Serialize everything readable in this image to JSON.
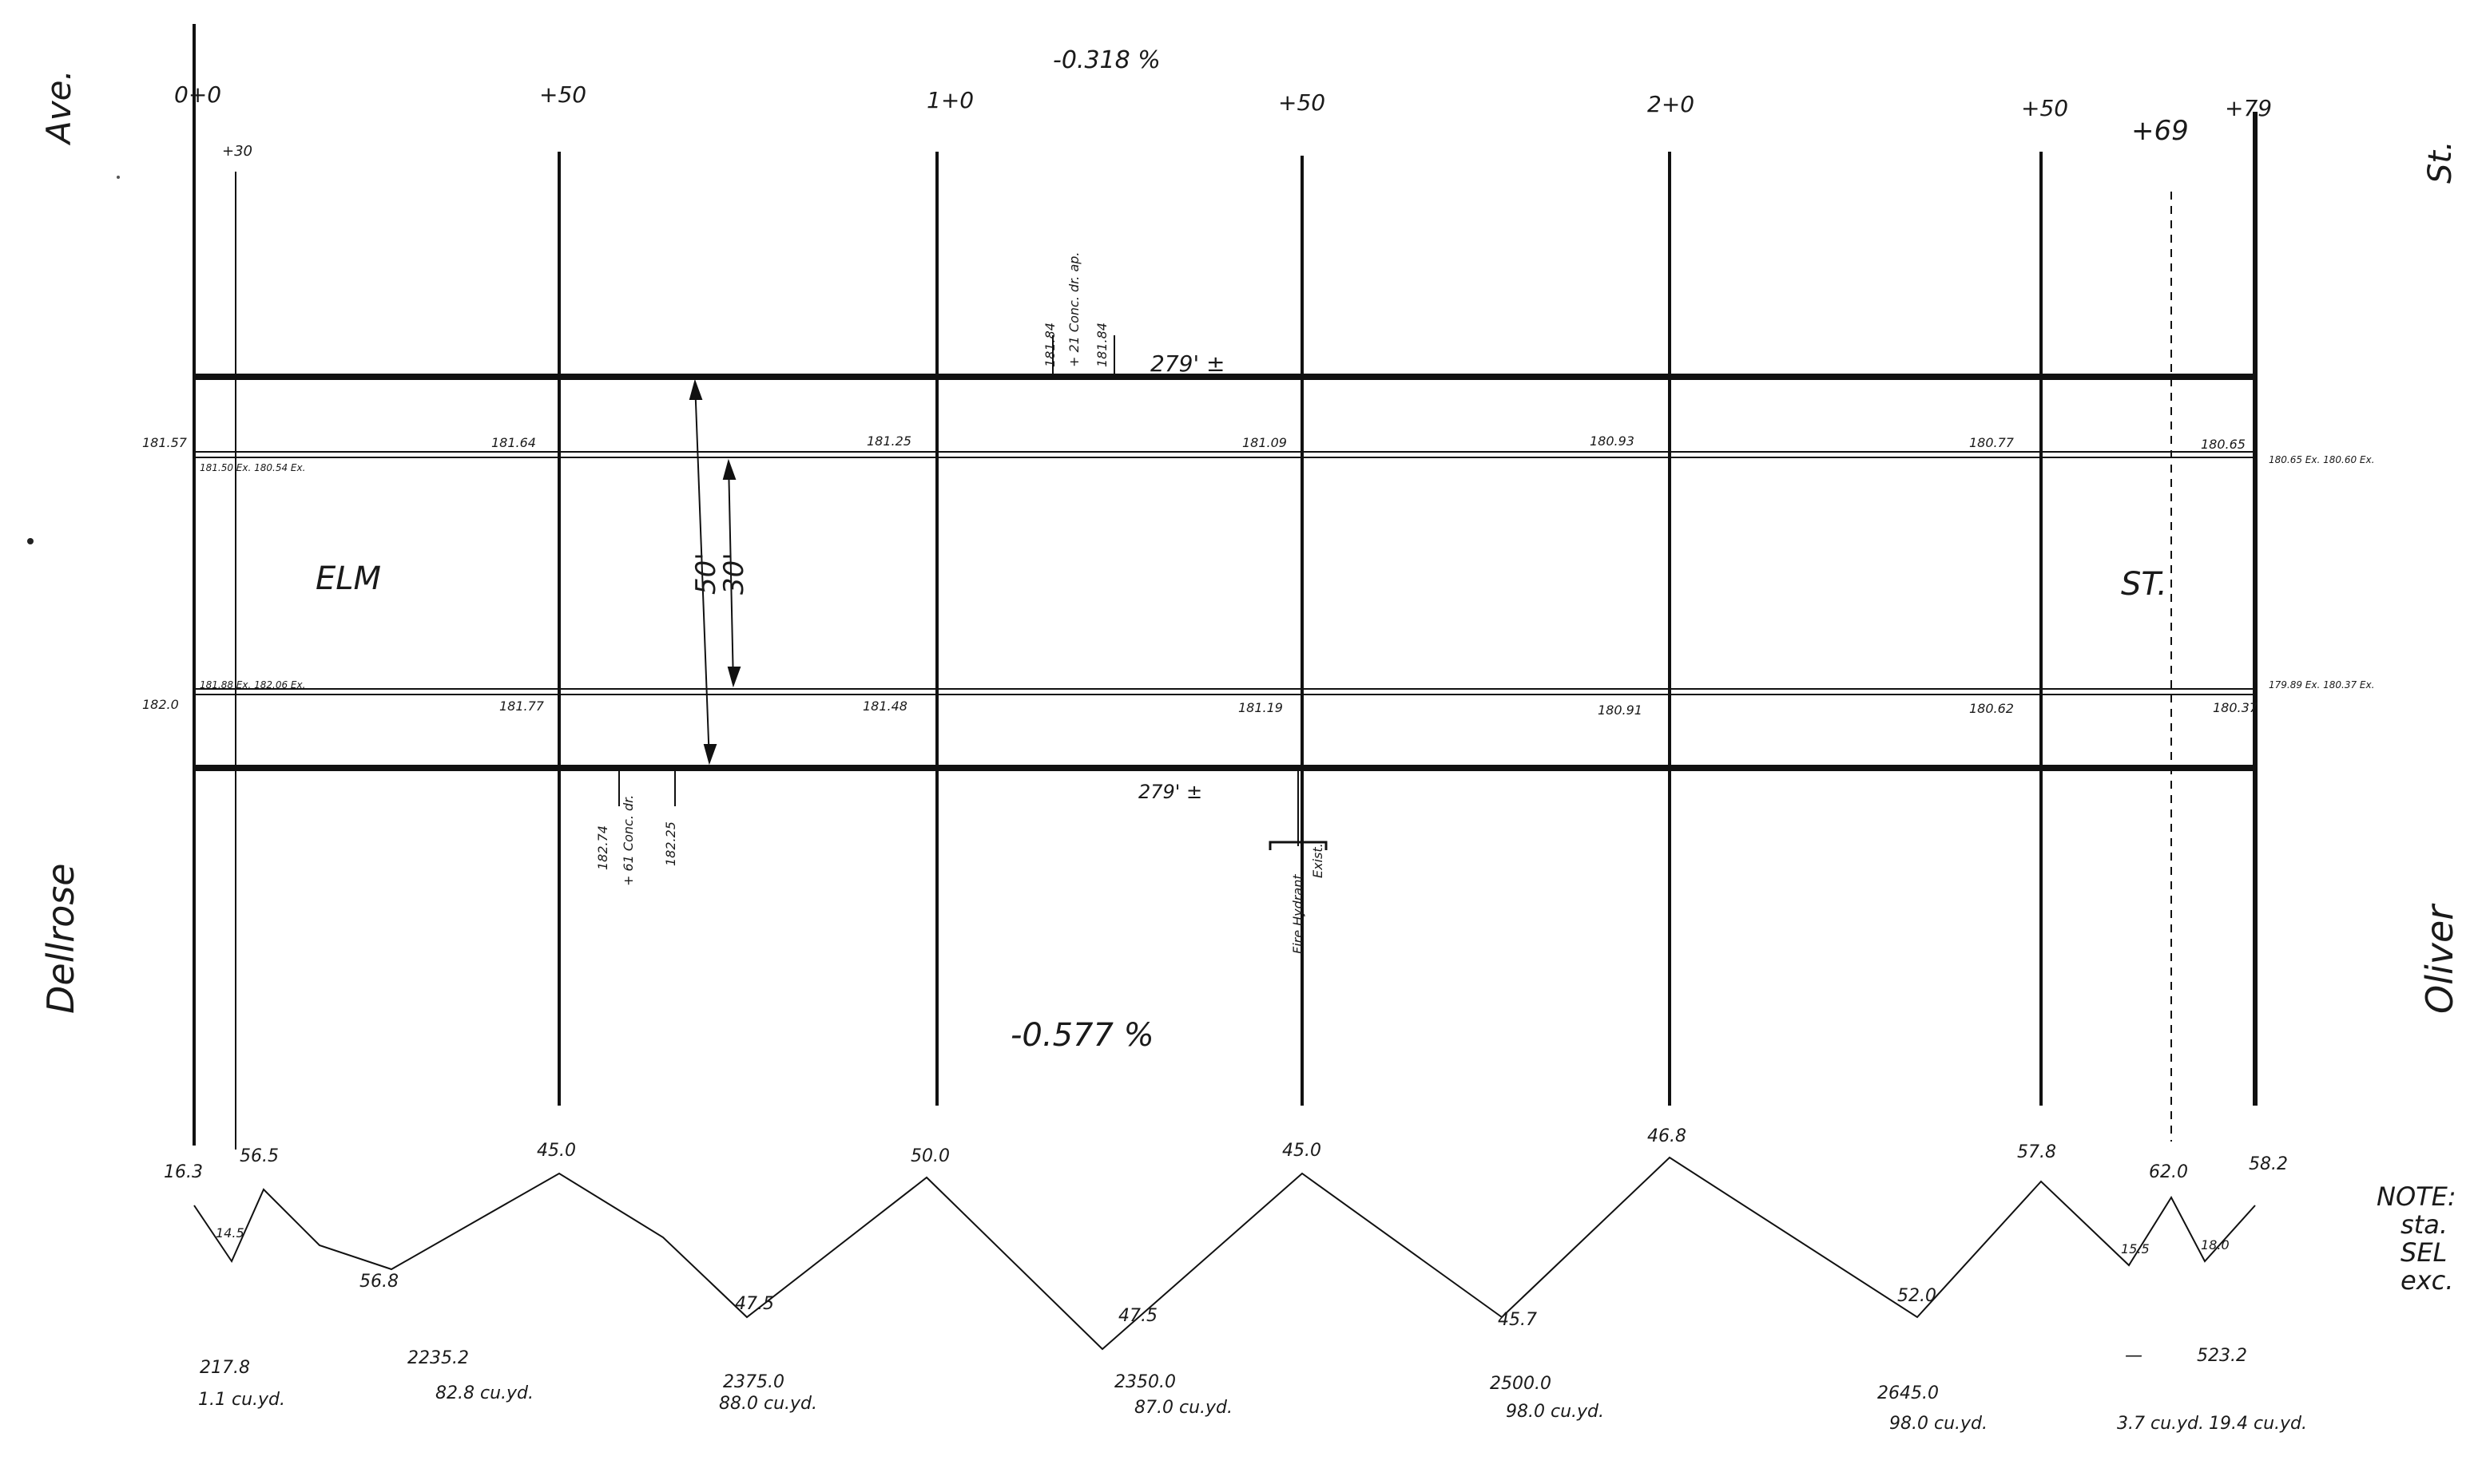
{
  "streets": {
    "west": [
      "Ave.",
      "Dellrose"
    ],
    "east": [
      "St.",
      "Oliver"
    ],
    "main": [
      "ELM",
      "ST."
    ]
  },
  "stations": [
    "0+0",
    "+50",
    "1+0",
    "+50",
    "2+0",
    "+50",
    "+69",
    "+79"
  ],
  "near_label": "+30",
  "grades": {
    "north": "-0.318 %",
    "south": "-0.577 %"
  },
  "lengths": {
    "north": "279' ±",
    "south": "279' ±"
  },
  "widths": {
    "row": "50'",
    "street": "30'"
  },
  "curb_notes": {
    "north": [
      "181.84",
      "+ 21 Conc. dr. ap.",
      "181.84"
    ],
    "south": [
      "182.74",
      "+ 61 Conc. dr.",
      "182.25"
    ],
    "mid": [
      "Fire Hydrant",
      "Exist."
    ]
  },
  "elev_north": [
    "181.57",
    "181.64",
    "181.25",
    "181.09",
    "180.93",
    "180.77",
    "180.65"
  ],
  "elev_north_sub": [
    "181.50 Ex. 180.54 Ex.",
    "180.65 Ex. 180.60 Ex."
  ],
  "elev_south": [
    "182.0",
    "181.77",
    "181.48",
    "181.19",
    "180.91",
    "180.62",
    "180.37"
  ],
  "elev_south_sub": [
    "181.88 Ex. 182.06 Ex.",
    "179.89 Ex. 180.37 Ex."
  ],
  "earthwork": {
    "top": [
      "16.3",
      "56.5",
      "45.0",
      "50.0",
      "45.0",
      "46.8",
      "57.8",
      "62.0",
      "58.2"
    ],
    "mid": [
      "14.5",
      "56.8",
      "47.5",
      "47.5",
      "45.7",
      "52.0",
      "15.5",
      "18.0"
    ],
    "totals": [
      "217.8",
      "2235.2",
      "2375.0",
      "2350.0",
      "2500.0",
      "2645.0",
      "—",
      "523.2"
    ],
    "volumes": [
      "1.1 cu.yd.",
      "82.8 cu.yd.",
      "88.0 cu.yd.",
      "87.0 cu.yd.",
      "98.0 cu.yd.",
      "98.0 cu.yd.",
      "3.7 cu.yd.",
      "19.4 cu.yd."
    ]
  },
  "note": [
    "NOTE:",
    "sta.",
    "SEL",
    "exc."
  ]
}
